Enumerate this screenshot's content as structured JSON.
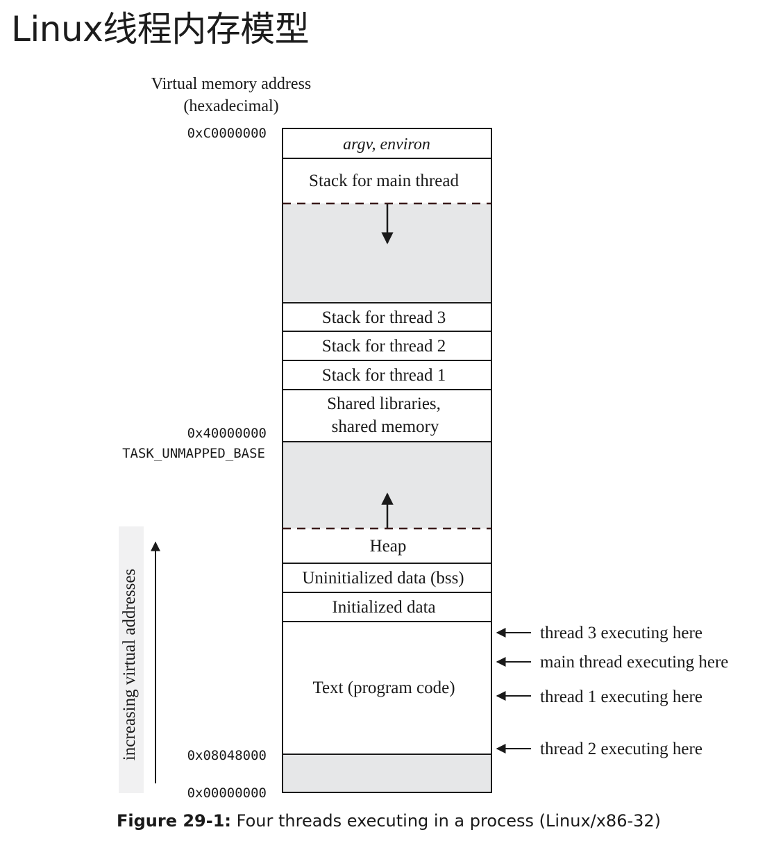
{
  "page": {
    "title": "Linux线程内存模型"
  },
  "diagram": {
    "address_header": [
      "Virtual memory address",
      "(hexadecimal)"
    ],
    "addresses": {
      "top": "0xC0000000",
      "mmap_base": "0x40000000",
      "mmap_base_name": "TASK_UNMAPPED_BASE",
      "text_start": "0x08048000",
      "bottom": "0x00000000"
    },
    "segments": {
      "argv": "argv, environ",
      "main_stack": "Stack for main thread",
      "thread3_stack": "Stack for thread 3",
      "thread2_stack": "Stack for thread 2",
      "thread1_stack": "Stack for thread 1",
      "shared_line1": "Shared libraries,",
      "shared_line2": "shared memory",
      "heap": "Heap",
      "bss": "Uninitialized data (bss)",
      "init_data": "Initialized data",
      "text": "Text (program code)"
    },
    "executing_labels": {
      "thread3": "thread 3 executing here",
      "main": "main thread executing here",
      "thread1": "thread 1 executing here",
      "thread2": "thread 2 executing here"
    },
    "axis_label": "increasing virtual addresses"
  },
  "caption": {
    "label": "Figure 29-1:",
    "text": " Four threads executing in a process (Linux/x86-32)"
  },
  "colors": {
    "line": "#1a1a1a",
    "unmapped_fill": "#e6e7e8",
    "dashed": "#3a1a1a",
    "axis_strip": "#f1f1f2"
  }
}
